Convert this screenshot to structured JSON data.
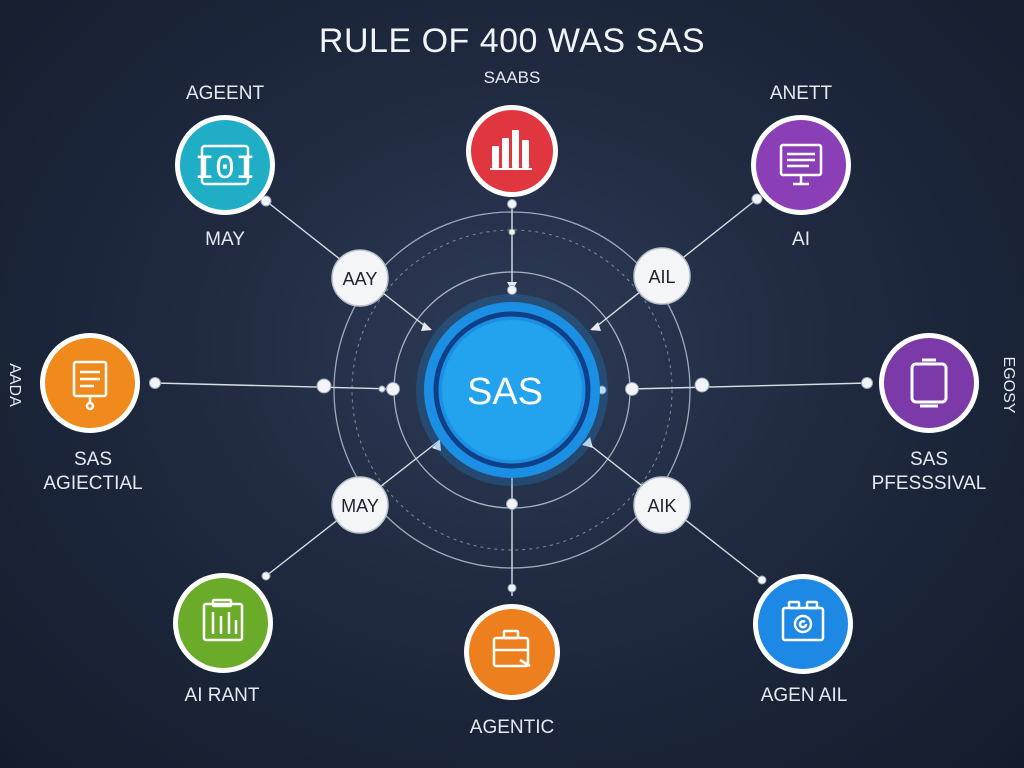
{
  "title": "RULE OF 400 WAS SAS",
  "center": {
    "label": "SAS",
    "color": "#1b8fe3"
  },
  "nodes": [
    {
      "id": "top",
      "label": "SAABS",
      "icon": "bar-chart-icon",
      "color": "#e0363f"
    },
    {
      "id": "top-left",
      "label_top": "AGEENT",
      "label_bottom": "MAY",
      "icon": "binary-code-icon",
      "color": "#1faec6"
    },
    {
      "id": "top-right",
      "label_top": "ANETT",
      "label_bottom": "AI",
      "icon": "monitor-icon",
      "color": "#8a3fb6"
    },
    {
      "id": "left",
      "label_bottom_1": "SAS",
      "label_bottom_2": "AGIECTIAL",
      "side_label": "AADA",
      "icon": "document-icon",
      "color": "#f08a1c"
    },
    {
      "id": "right",
      "label_bottom_1": "SAS",
      "label_bottom_2": "PFESSSIVAL",
      "side_label": "EGOSY",
      "icon": "tablet-icon",
      "color": "#7b3aa8"
    },
    {
      "id": "bottom-left",
      "label_bottom": "AI RANT",
      "icon": "clipboard-icon",
      "color": "#6aab2a"
    },
    {
      "id": "bottom",
      "label_bottom": "AGENTIC",
      "icon": "briefcase-icon",
      "color": "#ee7f1f"
    },
    {
      "id": "bottom-right",
      "label_bottom": "AGEN AIL",
      "icon": "folder-icon",
      "color": "#1e88e5"
    }
  ],
  "junctions": [
    {
      "id": "tl",
      "label": "AAY"
    },
    {
      "id": "tr",
      "label": "AIL"
    },
    {
      "id": "bl",
      "label": "MAY"
    },
    {
      "id": "br",
      "label": "AIK"
    }
  ]
}
